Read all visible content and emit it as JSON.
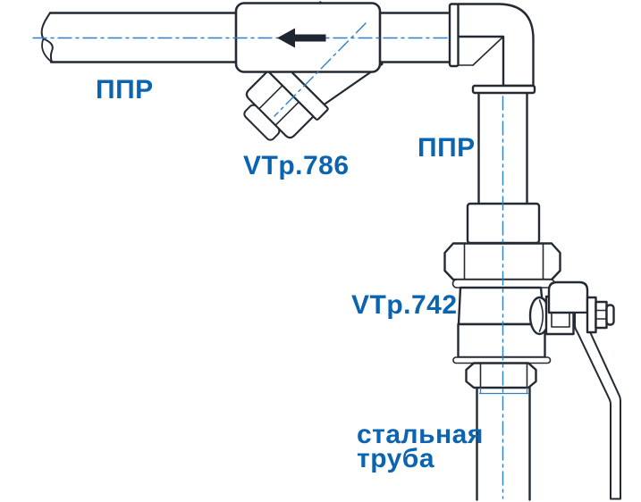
{
  "diagram": {
    "type": "piping-installation-drawing",
    "labels": {
      "ppr_top": "ППР",
      "ppr_vertical": "ППР",
      "strainer_model": "VTp.786",
      "valve_model": "VTp.742",
      "steel_pipe_line1": "стальная",
      "steel_pipe_line2": "труба"
    },
    "icons": {
      "flow_arrow": "left-arrow-flow-direction",
      "pipe_break": "pipe-break-squiggle",
      "centerlines": "dash-dot-axis-lines"
    },
    "colors": {
      "label_text": "#0a64b0",
      "centerline": "#2f80c2",
      "outline": "#242a33",
      "arrow": "#1f2530",
      "background": "#ffffff"
    }
  }
}
